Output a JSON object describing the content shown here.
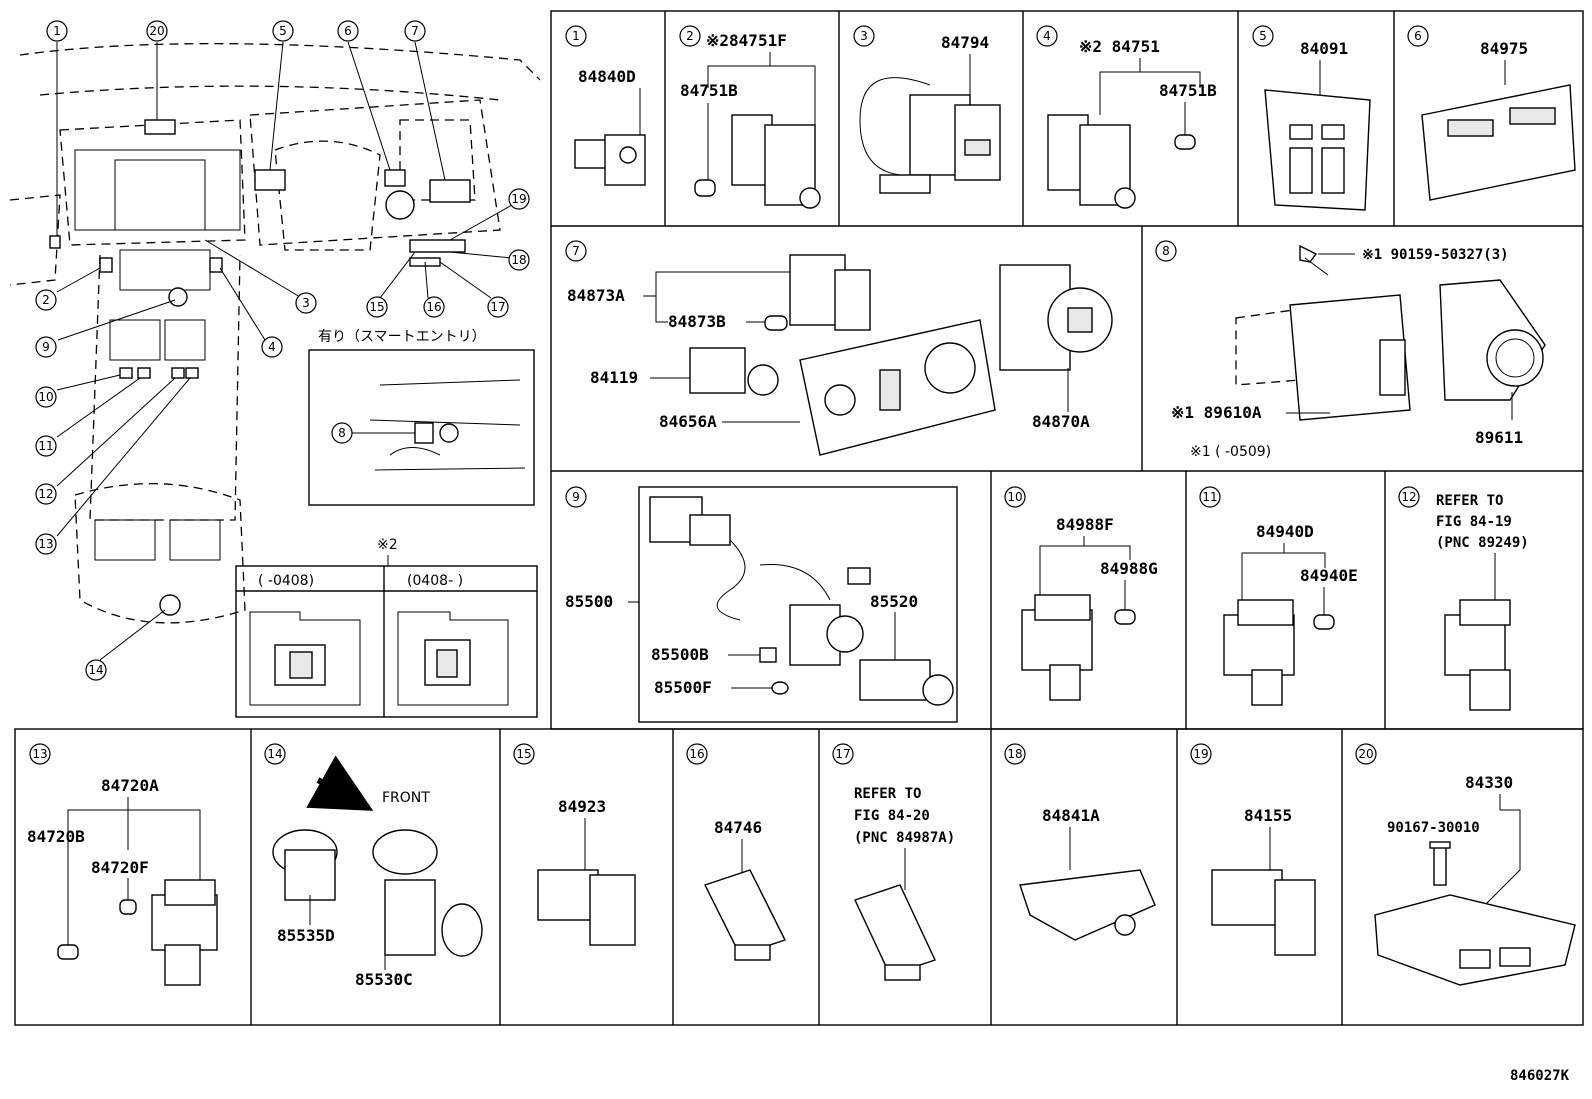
{
  "diagram_code": "846027K",
  "overview": {
    "callouts": [
      "1",
      "20",
      "5",
      "6",
      "7",
      "19",
      "18",
      "2",
      "3",
      "4",
      "9",
      "15",
      "16",
      "17",
      "10",
      "11",
      "12",
      "13",
      "14"
    ],
    "smart_entry_label": "有り（スマートエントリ）",
    "smart_entry_callout": "8",
    "variant_note": {
      "mark": "※2",
      "col1": "(      -0408)",
      "col2": "(0408-      )"
    }
  },
  "panels": [
    {
      "id": "1",
      "parts": [
        "84840D"
      ]
    },
    {
      "id": "2",
      "parts": [
        "※284751F",
        "84751B"
      ]
    },
    {
      "id": "3",
      "parts": [
        "84794"
      ]
    },
    {
      "id": "4",
      "parts": [
        "※2 84751",
        "84751B"
      ]
    },
    {
      "id": "5",
      "parts": [
        "84091"
      ]
    },
    {
      "id": "6",
      "parts": [
        "84975"
      ]
    },
    {
      "id": "7",
      "parts": [
        "84873A",
        "84873B",
        "84119",
        "84656A",
        "84870A"
      ]
    },
    {
      "id": "8",
      "parts": [
        "※1 90159-50327(3)",
        "※1 89610A",
        "89611"
      ],
      "note": "※1 (      -0509)"
    },
    {
      "id": "9",
      "parts": [
        "85500",
        "85520",
        "85500B",
        "85500F"
      ]
    },
    {
      "id": "10",
      "parts": [
        "84988F",
        "84988G"
      ]
    },
    {
      "id": "11",
      "parts": [
        "84940D",
        "84940E"
      ]
    },
    {
      "id": "12",
      "refer": [
        "REFER TO",
        "FIG 84-19",
        "(PNC 89249)"
      ]
    },
    {
      "id": "13",
      "parts": [
        "84720A",
        "84720B",
        "84720F"
      ]
    },
    {
      "id": "14",
      "parts": [
        "85535D",
        "85530C"
      ],
      "direction": "FRONT"
    },
    {
      "id": "15",
      "parts": [
        "84923"
      ]
    },
    {
      "id": "16",
      "parts": [
        "84746"
      ]
    },
    {
      "id": "17",
      "refer": [
        "REFER TO",
        "FIG 84-20",
        "(PNC 84987A)"
      ]
    },
    {
      "id": "18",
      "parts": [
        "84841A"
      ]
    },
    {
      "id": "19",
      "parts": [
        "84155"
      ]
    },
    {
      "id": "20",
      "parts": [
        "84330",
        "90167-30010"
      ]
    }
  ]
}
